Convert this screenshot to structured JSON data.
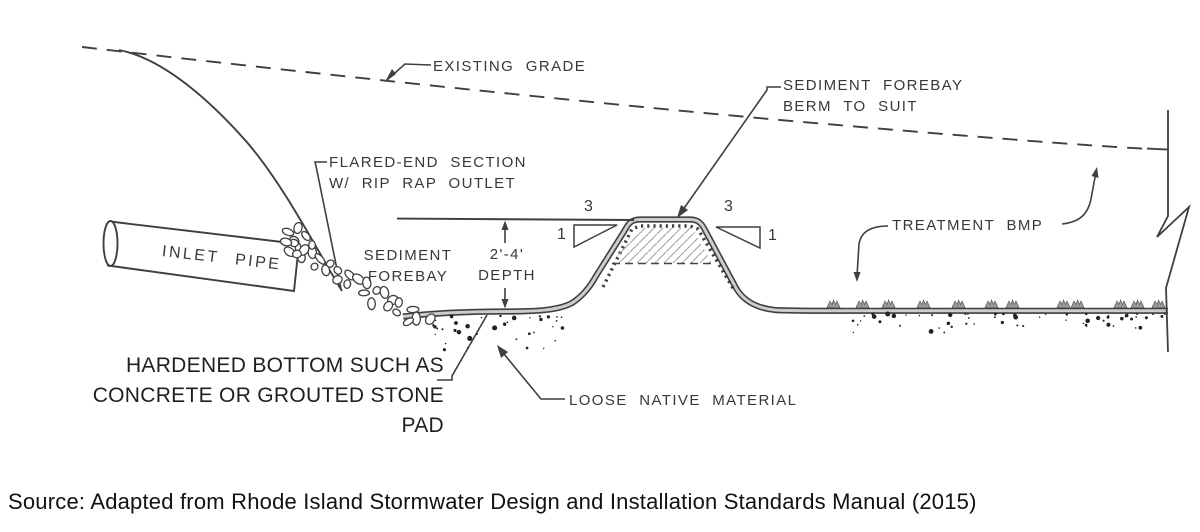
{
  "diagram": {
    "labels": {
      "existing_grade": "EXISTING GRADE",
      "berm_line1": "SEDIMENT FOREBAY",
      "berm_line2": "BERM TO SUIT",
      "flared_line1": "FLARED-END SECTION",
      "flared_line2": "W/ RIP RAP OUTLET",
      "inlet_pipe": "INLET PIPE",
      "forebay_line1": "SEDIMENT",
      "forebay_line2": "FOREBAY",
      "depth_line1": "2'-4'",
      "depth_line2": "DEPTH",
      "treatment_bmp": "TREATMENT BMP",
      "loose_native": "LOOSE NATIVE MATERIAL",
      "hardened_line1": "HARDENED BOTTOM SUCH AS",
      "hardened_line2": "CONCRETE OR GROUTED STONE",
      "hardened_line3": "PAD",
      "slope_run_left": "3",
      "slope_rise_left": "1",
      "slope_run_right": "3",
      "slope_rise_right": "1"
    },
    "colors": {
      "line": "#3f3f3f",
      "liner_core": "#cdcdcd",
      "hatch": "#a3a3a3",
      "text": "#383838"
    }
  },
  "source_caption": "Source: Adapted from Rhode Island Stormwater Design and Installation Standards Manual (2015)"
}
